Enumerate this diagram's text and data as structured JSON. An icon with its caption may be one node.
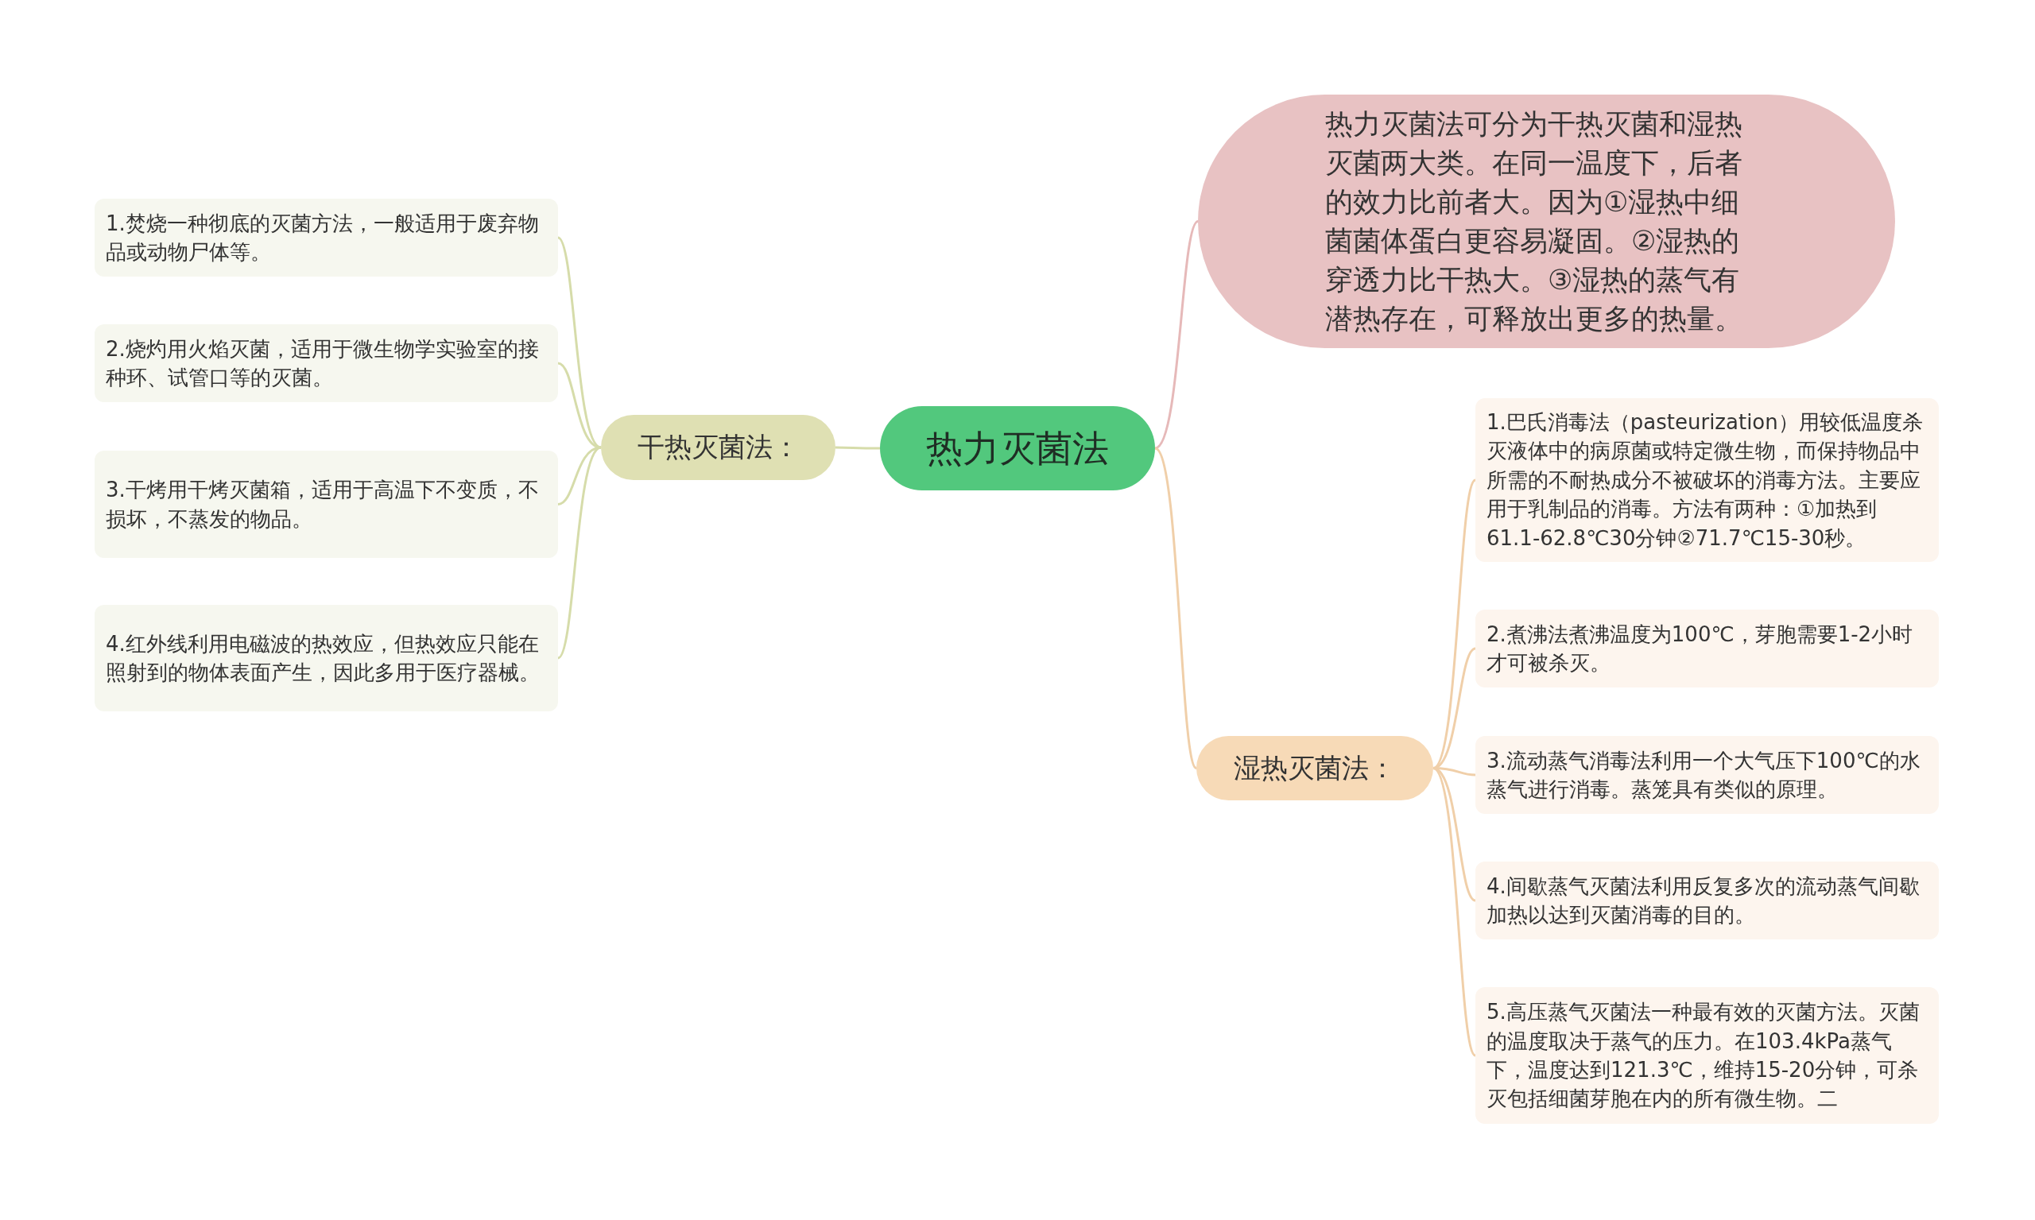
{
  "diagram": {
    "nodes": [
      {
        "text": [
          "热力灭菌法"
        ]
      },
      {
        "text": [
          "热力灭菌法可分为干热灭菌和湿热灭菌两大类。在同一温度下，后者的效力比前者大。因为①湿热中细菌菌体蛋白更容易凝固。②湿热的穿透力比干热大。③湿热的蒸气有潜热存在，可释放出更多的热量。"
        ]
      },
      {
        "text": [
          "干热灭菌法："
        ]
      },
      {
        "text": [
          "湿热灭菌法："
        ]
      },
      {
        "text": [
          "1.焚烧一种彻底的灭菌方法，一般适用于废弃物品或动物尸体等。"
        ]
      },
      {
        "text": [
          "2.烧灼用火焰灭菌，适用于微生物学实验室的接种环、试管口等的灭菌。"
        ]
      },
      {
        "text": [
          "3.干烤用干烤灭菌箱，适用于高温下不变质，不损坏，不蒸发的物品。"
        ]
      },
      {
        "text": [
          "4.红外线利用电磁波的热效应，但热效应只能在照射到的物体表面产生，因此多用于医疗器械。"
        ]
      },
      {
        "text": [
          "1.巴氏消毒法（pasteurization）用较低温度杀灭液体中的病原菌或特定微生物，而保持物品中所需的不耐热成分不被破坏的消毒方法。主要应用于乳制品的消毒。方法有两种：①加热到61.1-62.8℃30分钟②71.7℃15-30秒。"
        ]
      },
      {
        "text": [
          "2.煮沸法煮沸温度为100℃，芽胞需要1-2小时才可被杀灭。"
        ]
      },
      {
        "text": [
          "3.流动蒸气消毒法利用一个大气压下100℃的水蒸气进行消毒。蒸笼具有类似的原理。"
        ]
      },
      {
        "text": [
          "4.间歇蒸气灭菌法利用反复多次的流动蒸气间歇加热以达到灭菌消毒的目的。"
        ]
      },
      {
        "text": [
          "5.高压蒸气灭菌法一种最有效的灭菌方法。灭菌的温度取决于蒸气的压力。在103.4kPa蒸气下，温度达到121.3℃，维持15-20分钟，可杀灭包括细菌芽胞在内的所有微生物。二"
        ]
      }
    ],
    "edges": [
      {
        "from": 0,
        "to": 1,
        "arrow": "none",
        "color": "#e6b9b9"
      },
      {
        "from": 0,
        "to": 2,
        "arrow": "none",
        "color": "#d6dcaa"
      },
      {
        "from": 0,
        "to": 3,
        "arrow": "none"
      },
      {
        "from": 2,
        "to": 4,
        "arrow": "none",
        "color": "#d6dcaa"
      },
      {
        "from": 2,
        "to": 5,
        "arrow": "none",
        "color": "#d6dcaa"
      },
      {
        "from": 2,
        "to": 6,
        "arrow": "none",
        "color": "#d6dcaa"
      },
      {
        "from": 2,
        "to": 7,
        "arrow": "none",
        "color": "#d6dcaa"
      },
      {
        "from": 3,
        "to": 8,
        "arrow": "none"
      },
      {
        "from": 3,
        "to": 9,
        "arrow": "none"
      },
      {
        "from": 3,
        "to": 10,
        "arrow": "none"
      },
      {
        "from": 3,
        "to": 11,
        "arrow": "none"
      },
      {
        "from": 3,
        "to": 12,
        "arrow": "none"
      }
    ]
  }
}
